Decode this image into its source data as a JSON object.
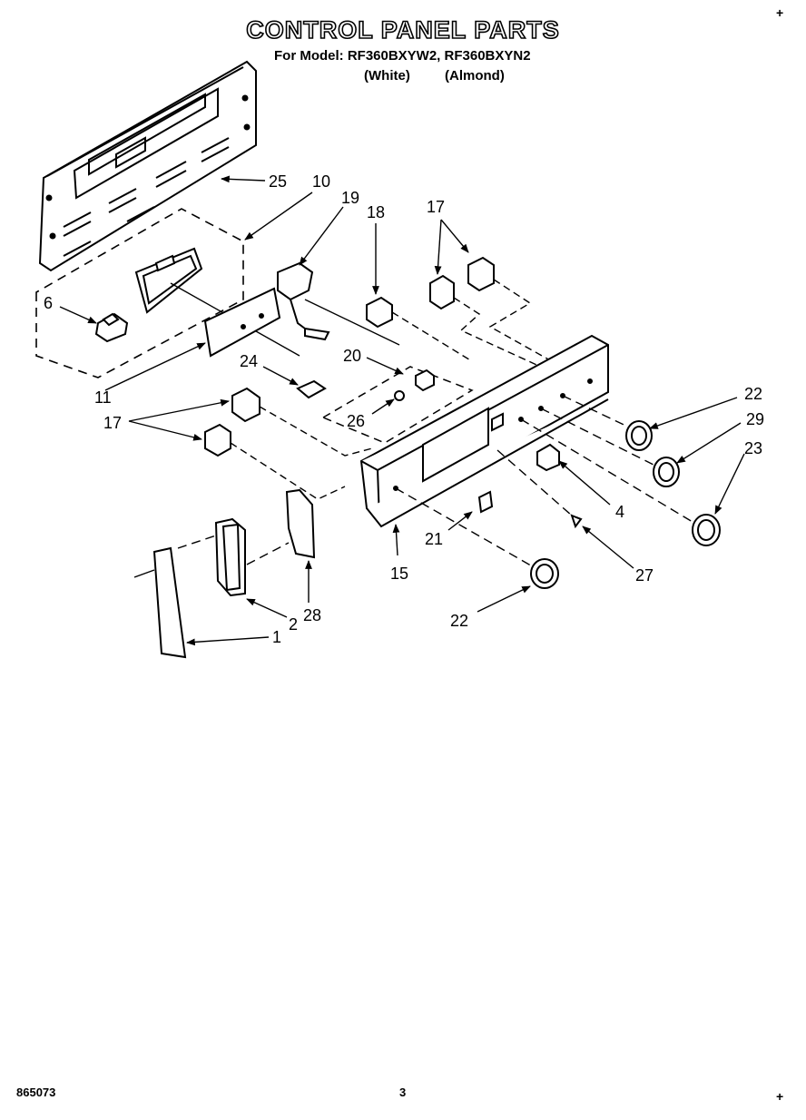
{
  "header": {
    "title": "CONTROL PANEL PARTS",
    "model_line": "For Model: RF360BXYW2, RF360BXYN2",
    "variant_white": "(White)",
    "variant_almond": "(Almond)"
  },
  "footer": {
    "part_number": "865073",
    "page_number": "3"
  },
  "corner_mark": "+",
  "callouts": {
    "c25": "25",
    "c10": "10",
    "c19": "19",
    "c18": "18",
    "c17a": "17",
    "c6": "6",
    "c11": "11",
    "c24": "24",
    "c20": "20",
    "c26": "26",
    "c17b": "17",
    "c22a": "22",
    "c29": "29",
    "c23": "23",
    "c4": "4",
    "c21": "21",
    "c15": "15",
    "c27": "27",
    "c2": "2",
    "c28": "28",
    "c1": "1",
    "c22b": "22"
  }
}
